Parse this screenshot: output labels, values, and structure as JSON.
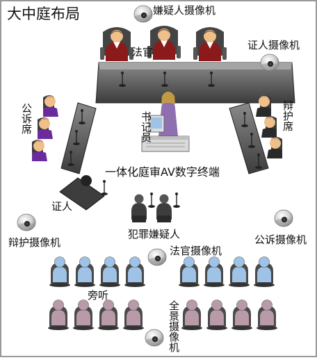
{
  "title": "大中庭布局",
  "labels": {
    "suspect_camera": "嫌疑人摄像机",
    "judge": "法官",
    "witness_camera": "证人摄像机",
    "prosecution": "公诉席",
    "clerk": "书记员",
    "defense": "辩护席",
    "av_terminal": "一体化庭审AV数字终端",
    "witness": "证人",
    "defense_camera": "辩护摄像机",
    "defendant": "犯罪嫌疑人",
    "prosecution_camera": "公诉摄像机",
    "judge_camera": "法官摄像机",
    "gallery": "旁听",
    "panorama_camera": "全景摄像机"
  },
  "colors": {
    "desk": "#5a5a5a",
    "judge_robe": "#8b1a1a",
    "prosecution_robe": "#6a2c9c",
    "defense_robe": "#2a2a2a",
    "audience_front": "#9ec3e6",
    "audience_back": "#b89aa8",
    "camera": "#cfcfcf"
  }
}
